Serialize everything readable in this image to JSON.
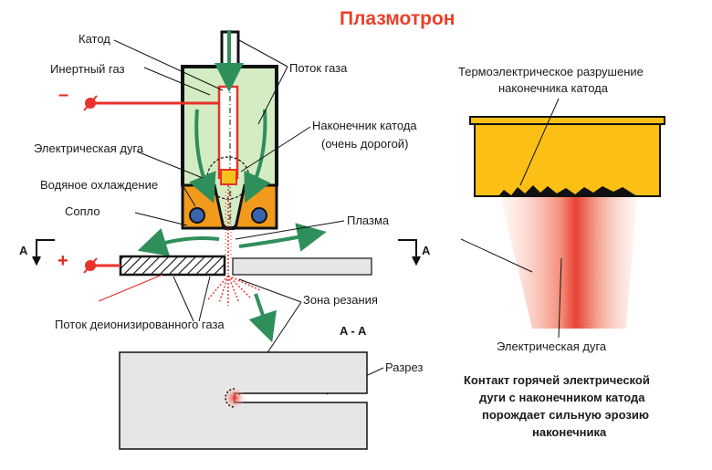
{
  "title": "Плазмотрон",
  "labels": {
    "cathode": "Катод",
    "inert_gas": "Инертный газ",
    "gas_flow": "Поток газа",
    "cathode_tip": "Наконечник катода",
    "cathode_tip_note": "(очень дорогой)",
    "electric_arc": "Электрическая дуга",
    "water_cooling": "Водяное охлаждение",
    "nozzle": "Сопло",
    "plasma": "Плазма",
    "deionized_gas_flow": "Поток деионизированного газа",
    "cutting_zone": "Зона резания",
    "cut": "Разрез",
    "section_left": "A",
    "section_right": "A",
    "section_title": "A - A",
    "minus": "–",
    "plus": "+"
  },
  "detail": {
    "erosion_line1": "Термоэлектрическое разрушение",
    "erosion_line2": "наконечника катода",
    "arc_label": "Электрическая дуга",
    "note_line1": "Контакт горячей электрической",
    "note_line2": "дуги с наконечником катода",
    "note_line3": "порождает сильную эрозию",
    "note_line4": "наконечника"
  },
  "colors": {
    "title": "#e8402a",
    "torch_body": "#d4ecc4",
    "nozzle": "#f29a1c",
    "cathode_tip": "#f7c21b",
    "arrow": "#2f8f5a",
    "arc": "#e8322a",
    "water": "#3a64b0"
  }
}
